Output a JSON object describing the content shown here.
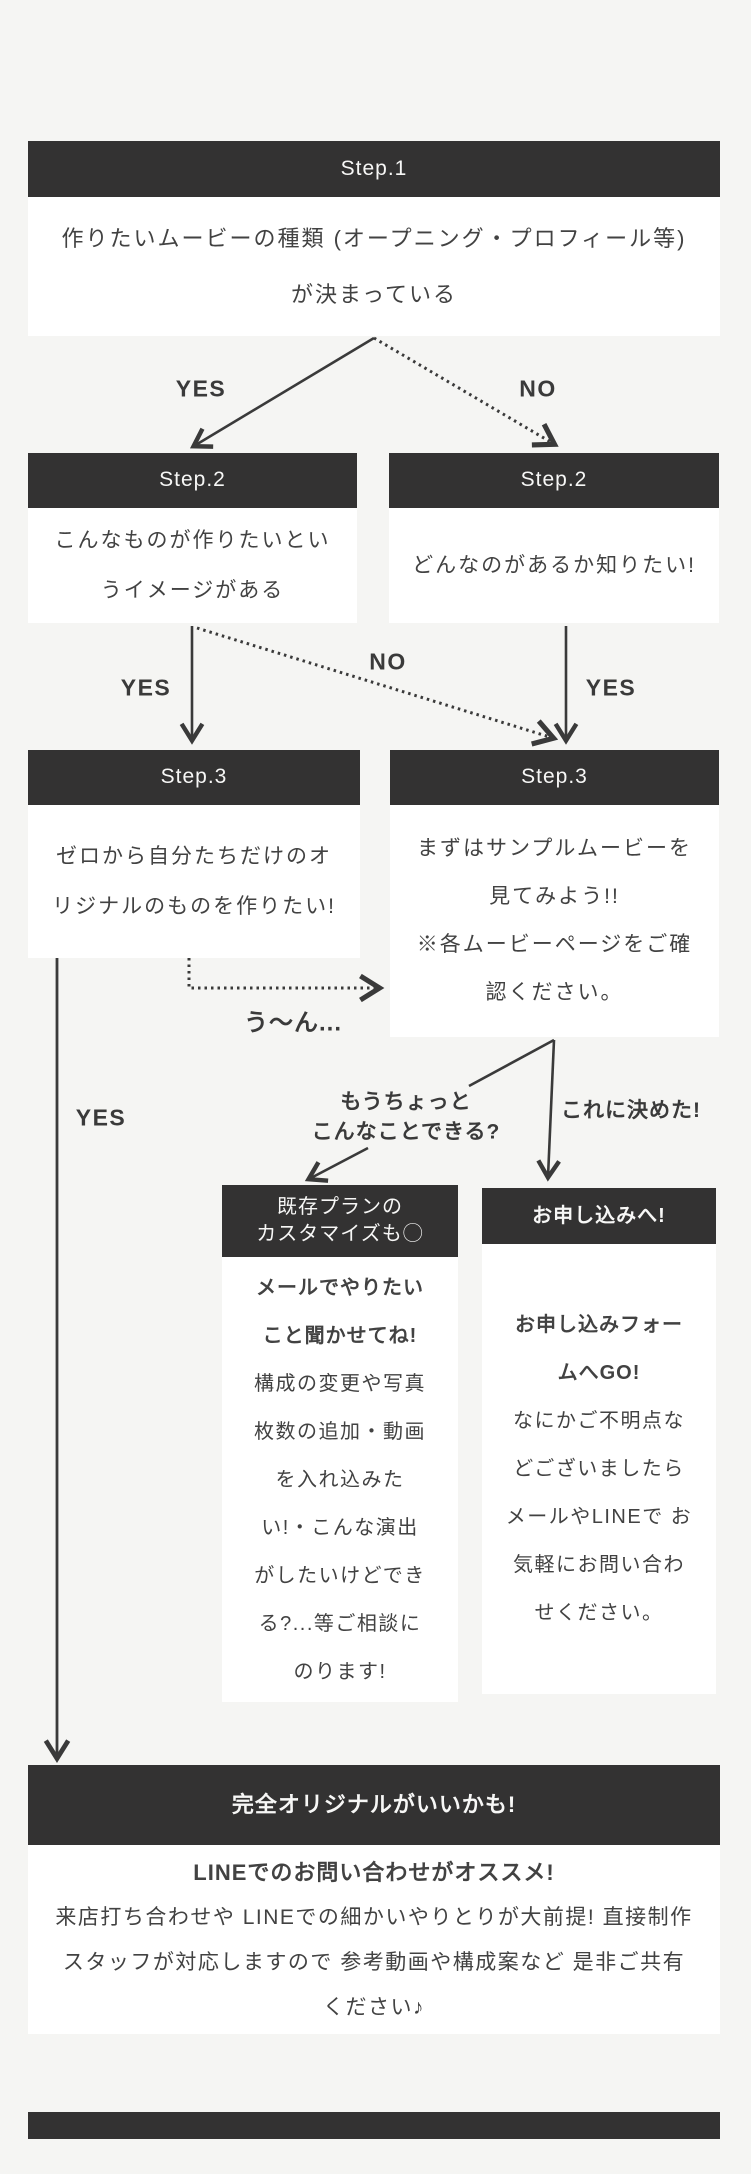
{
  "colors": {
    "background": "#f5f5f3",
    "box_header": "#333232",
    "box_body": "#ffffff",
    "text": "#424242",
    "header_text": "#f7f7f6"
  },
  "step1": {
    "header": "Step.1",
    "lines": [
      "作りたいムービーの種類 (オープニング・プロフィール等)",
      "が決まっている"
    ]
  },
  "branch1": {
    "yes": "YES",
    "no": "NO"
  },
  "step2_left": {
    "header": "Step.2",
    "lines": [
      "こんなものが作りたいとい",
      "うイメージがある"
    ]
  },
  "step2_right": {
    "header": "Step.2",
    "lines": [
      "どんなのがあるか知りたい!"
    ]
  },
  "branch2": {
    "yes_left": "YES",
    "no": "NO",
    "yes_right": "YES"
  },
  "step3_left": {
    "header": "Step.3",
    "lines": [
      "ゼロから自分たちだけのオ",
      "リジナルのものを作りたい!"
    ]
  },
  "step3_right": {
    "header": "Step.3",
    "lines": [
      "まずはサンプルムービーを",
      "見てみよう!!",
      "※各ムービーページをご確",
      "認ください。"
    ]
  },
  "branch3": {
    "yes_left": "YES",
    "hmm": "う〜ん...",
    "more_line1": "もうちょっと",
    "more_line2": "こんなことできる?",
    "decided": "これに決めた!"
  },
  "customize_box": {
    "header_lines": [
      "既存プランの",
      "カスタマイズも◯"
    ],
    "bold_lines": [
      "メールでやりたい",
      "こと聞かせてね!"
    ],
    "lines": [
      "構成の変更や写真",
      "枚数の追加・動画",
      "を入れ込みた",
      "い!・こんな演出",
      "がしたいけどでき",
      "る?...等ご相談に",
      "のります!"
    ]
  },
  "apply_box": {
    "header": "お申し込みへ!",
    "bold_lines": [
      "お申し込みフォー",
      "ムへGO!"
    ],
    "lines": [
      "なにかご不明点な",
      "どございましたら",
      "メールやLINEで お",
      "気軽にお問い合わ",
      "せください。"
    ]
  },
  "final_box": {
    "header": "完全オリジナルがいいかも!",
    "bold_line": "LINEでのお問い合わせがオススメ!",
    "lines": [
      "来店打ち合わせや LINEでの細かいやりとりが大前提! 直接制作",
      "スタッフが対応しますので 参考動画や構成案など 是非ご共有",
      "ください♪"
    ]
  }
}
